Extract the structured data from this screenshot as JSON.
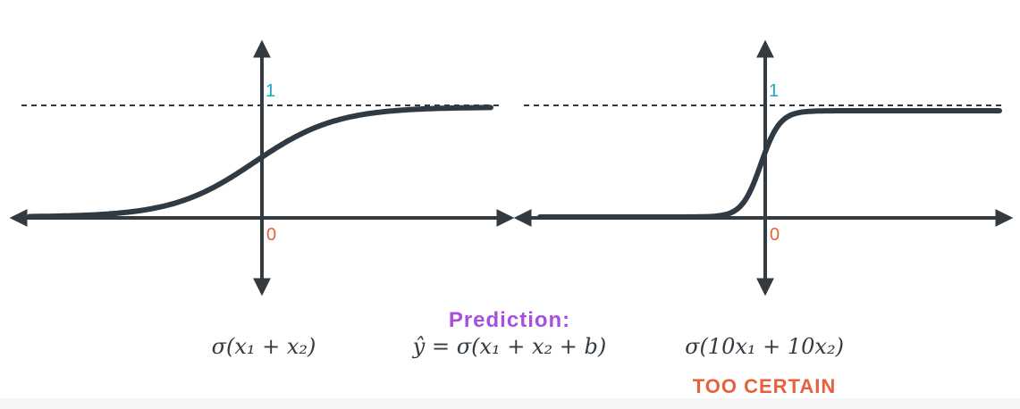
{
  "colors": {
    "axis": "#333a40",
    "curve": "#2f3a44",
    "one_label": "#19a9c8",
    "zero_label": "#e9603c",
    "prediction": "#a84fe0",
    "too_certain": "#e9603c"
  },
  "left_plot": {
    "y_max_label": "1",
    "origin_label": "0",
    "steepness": 1,
    "formula": "σ(x₁ + x₂)"
  },
  "right_plot": {
    "y_max_label": "1",
    "origin_label": "0",
    "steepness": 10,
    "formula": "σ(10x₁ + 10x₂)"
  },
  "center": {
    "caption": "Prediction:",
    "formula": "ŷ = σ(x₁ + x₂ + b)"
  },
  "warning": "TOO CERTAIN"
}
